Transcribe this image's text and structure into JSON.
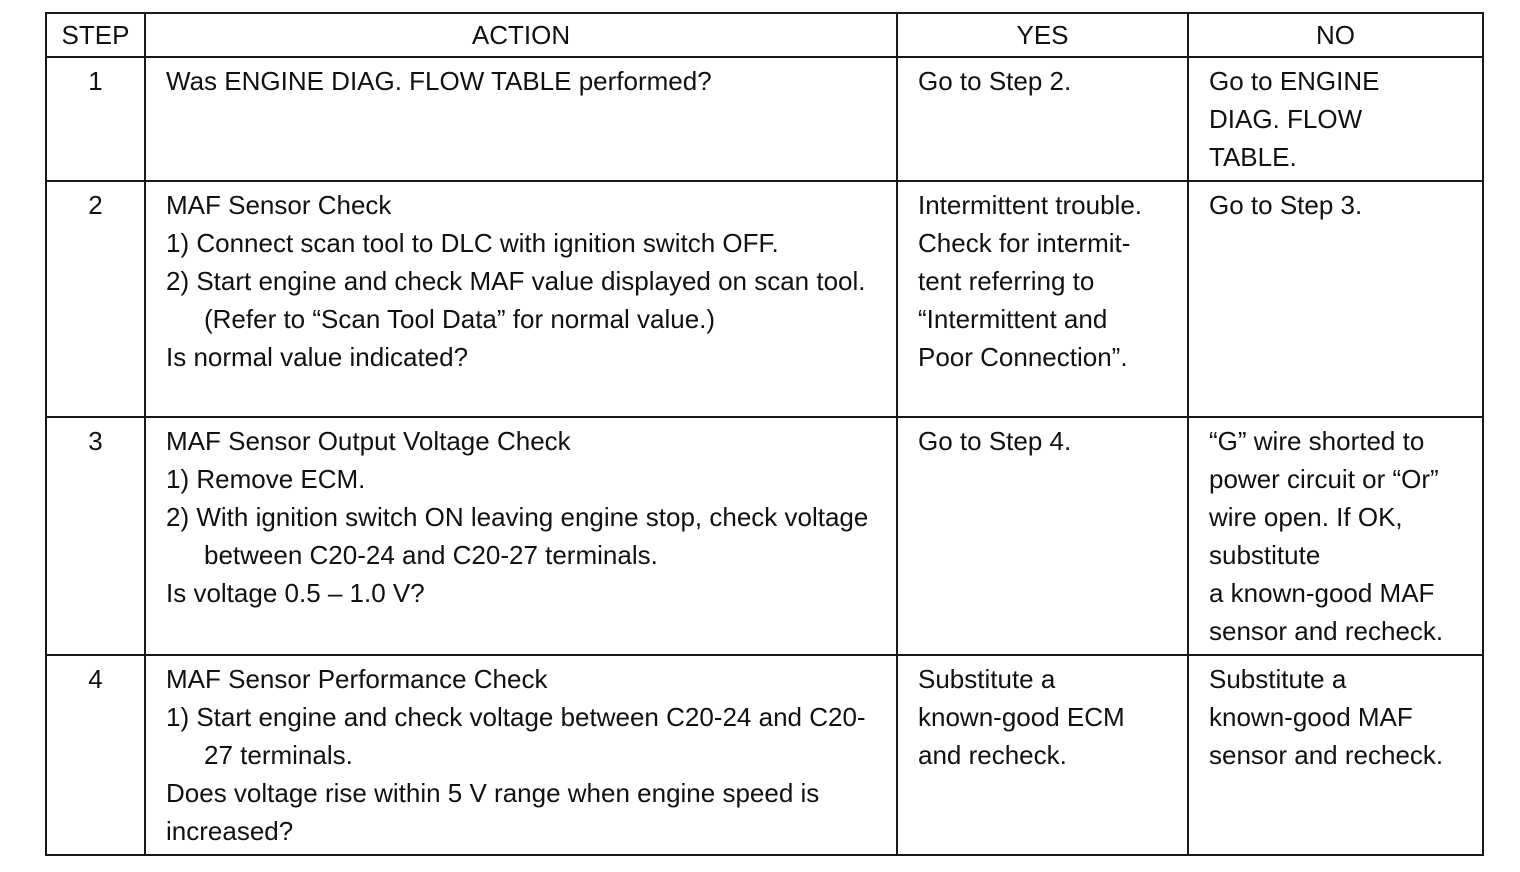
{
  "headers": {
    "step": "STEP",
    "action": "ACTION",
    "yes": "YES",
    "no": "NO"
  },
  "rows": [
    {
      "step": "1",
      "action": {
        "title": "Was ENGINE DIAG. FLOW TABLE performed?"
      },
      "yes": [
        "Go to Step 2."
      ],
      "no": [
        "Go to ENGINE",
        "DIAG. FLOW",
        "TABLE."
      ]
    },
    {
      "step": "2",
      "action": {
        "title": "MAF Sensor Check",
        "steps": [
          "1)  Connect scan tool to DLC with ignition switch OFF.",
          "2)  Start engine and check MAF value displayed on scan tool. (Refer to “Scan Tool Data” for normal value.)"
        ],
        "question": "Is normal value indicated?"
      },
      "yes": [
        "Intermittent trouble.",
        "Check for intermit-",
        "tent referring to",
        "“Intermittent and",
        "Poor Connection”."
      ],
      "no": [
        "Go to Step 3."
      ]
    },
    {
      "step": "3",
      "action": {
        "title": "MAF Sensor Output Voltage Check",
        "steps": [
          "1)  Remove ECM.",
          "2)  With ignition switch ON leaving engine stop, check voltage between C20-24 and C20-27 terminals."
        ],
        "question": "Is voltage 0.5 – 1.0 V?"
      },
      "yes": [
        "Go to Step 4."
      ],
      "no": [
        "“G” wire shorted to",
        "power circuit or “Or”",
        "wire open. If OK,",
        "substitute",
        "a known-good MAF",
        "sensor and recheck."
      ]
    },
    {
      "step": "4",
      "action": {
        "title": "MAF Sensor Performance Check",
        "steps": [
          "1)  Start engine and check voltage between C20-24 and C20-27 terminals."
        ],
        "question": "Does voltage rise within 5 V range when engine speed is increased?"
      },
      "yes": [
        "Substitute a",
        "known-good ECM",
        "and recheck."
      ],
      "no": [
        "Substitute a",
        "known-good MAF",
        "sensor and recheck."
      ]
    }
  ]
}
